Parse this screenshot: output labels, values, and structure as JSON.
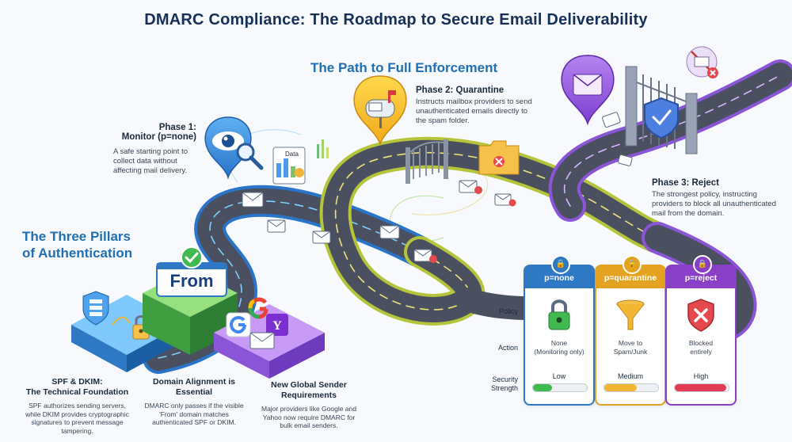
{
  "title": "DMARC Compliance: The Roadmap to Secure Email Deliverability",
  "subtitle": "The Path to Full Enforcement",
  "phases": [
    {
      "title_line1": "Phase 1:",
      "title_line2": "Monitor (p=none)",
      "desc": [
        "A safe starting point to",
        "collect data without",
        "affecting mail delivery."
      ]
    },
    {
      "title_line1": "Phase 2: Quarantine",
      "desc": [
        "Instructs mailbox providers to send",
        "unauthenticated emails directly to",
        "the spam folder."
      ]
    },
    {
      "title_line1": "Phase 3: Reject",
      "desc": [
        "The strongest policy, instructing",
        "providers to block all unauthenticated",
        "mail from the domain."
      ]
    }
  ],
  "pillars_heading": [
    "The Three Pillars",
    "of Authentication"
  ],
  "from_label": "From",
  "data_label": "Data",
  "pillars": [
    {
      "title": [
        "SPF & DKIM:",
        "The Technical Foundation"
      ],
      "desc": [
        "SPF authorizes sending servers,",
        "while DKIM provides cryptographic",
        "signatures to prevent message",
        "tampering."
      ]
    },
    {
      "title": [
        "Domain Alignment is",
        "Essential"
      ],
      "desc": [
        "DMARC only passes if the visible",
        "'From' domain matches",
        "authenticated SPF or DKIM."
      ]
    },
    {
      "title": [
        "New Global Sender",
        "Requirements"
      ],
      "desc": [
        "Major providers like Google and",
        "Yahoo now require DMARC for",
        "bulk email senders."
      ]
    }
  ],
  "row_labels": {
    "policy": "Policy",
    "action": "Action",
    "strength": [
      "Security",
      "Strength"
    ]
  },
  "policy_cards": [
    {
      "name": "p=none",
      "action": [
        "None",
        "(Monitoring only)"
      ],
      "strength": "Low",
      "strength_level": 0.35,
      "color": "#2f79c4",
      "fill_color": "#3fb950",
      "icon": "padlock-icon"
    },
    {
      "name": "p=quarantine",
      "action": [
        "Move to",
        "Spam/Junk"
      ],
      "strength": "Medium",
      "strength_level": 0.6,
      "color": "#e3a320",
      "fill_color": "#f2b632",
      "icon": "funnel-icon"
    },
    {
      "name": "p=reject",
      "action": [
        "Blocked",
        "entirely"
      ],
      "strength": "High",
      "strength_level": 0.95,
      "color": "#8a3fc7",
      "fill_color": "#e03a55",
      "icon": "shield-x-icon"
    }
  ],
  "colors": {
    "road": "#4a5060",
    "phase1": "#3b8fe0",
    "phase2": "#c9c23a",
    "phase3": "#8b55d8",
    "accent": "#1f6fb5"
  }
}
